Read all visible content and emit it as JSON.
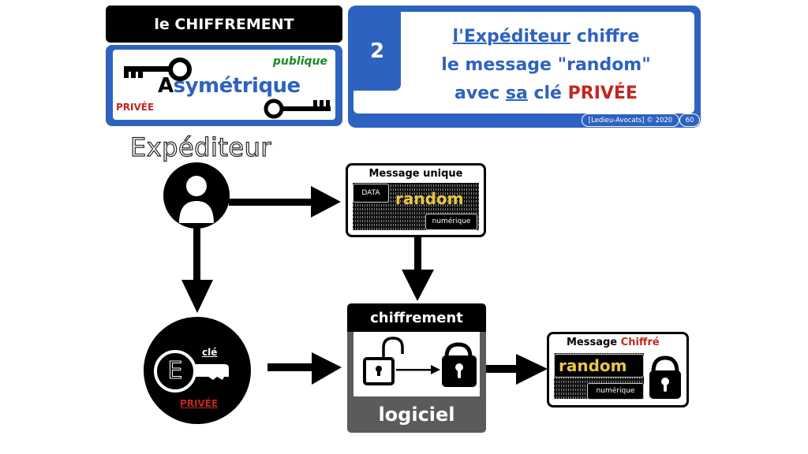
{
  "header_left": {
    "title": "le CHIFFREMENT",
    "subtitle_cap": "A",
    "subtitle_rest": "symétrique",
    "public_label": "publique",
    "private_label": "PRIVÉE"
  },
  "header_right": {
    "step_number": "2",
    "line1_underlined": "l'Expéditeur",
    "line1_rest": " chiffre",
    "line2": "le message \"random\"",
    "line3_a": "avec ",
    "line3_underlined": "sa",
    "line3_b": " clé ",
    "line3_red": "PRIVÉE",
    "copyright": "[Ledieu-Avocats] © 2020",
    "page_number": "60"
  },
  "diagram": {
    "sender_label": "Expéditeur",
    "message_unique": {
      "title": "Message unique",
      "data_tag": "DATA",
      "random_word": "random",
      "numeric_tag": "numérique"
    },
    "key": {
      "letter": "E",
      "key_label": "clé",
      "private_label": "PRIVÉE"
    },
    "process": {
      "top_label": "chiffrement",
      "bottom_label": "logiciel"
    },
    "message_encrypted": {
      "title_black": "Message ",
      "title_red": "Chiffré",
      "random_word": "random",
      "numeric_tag": "numérique"
    }
  },
  "colors": {
    "brand_blue": "#2e62c0",
    "private_red": "#c0281f",
    "public_green": "#1d8a2a",
    "random_yellow": "#e9c743",
    "software_gray": "#5b5b5d"
  }
}
